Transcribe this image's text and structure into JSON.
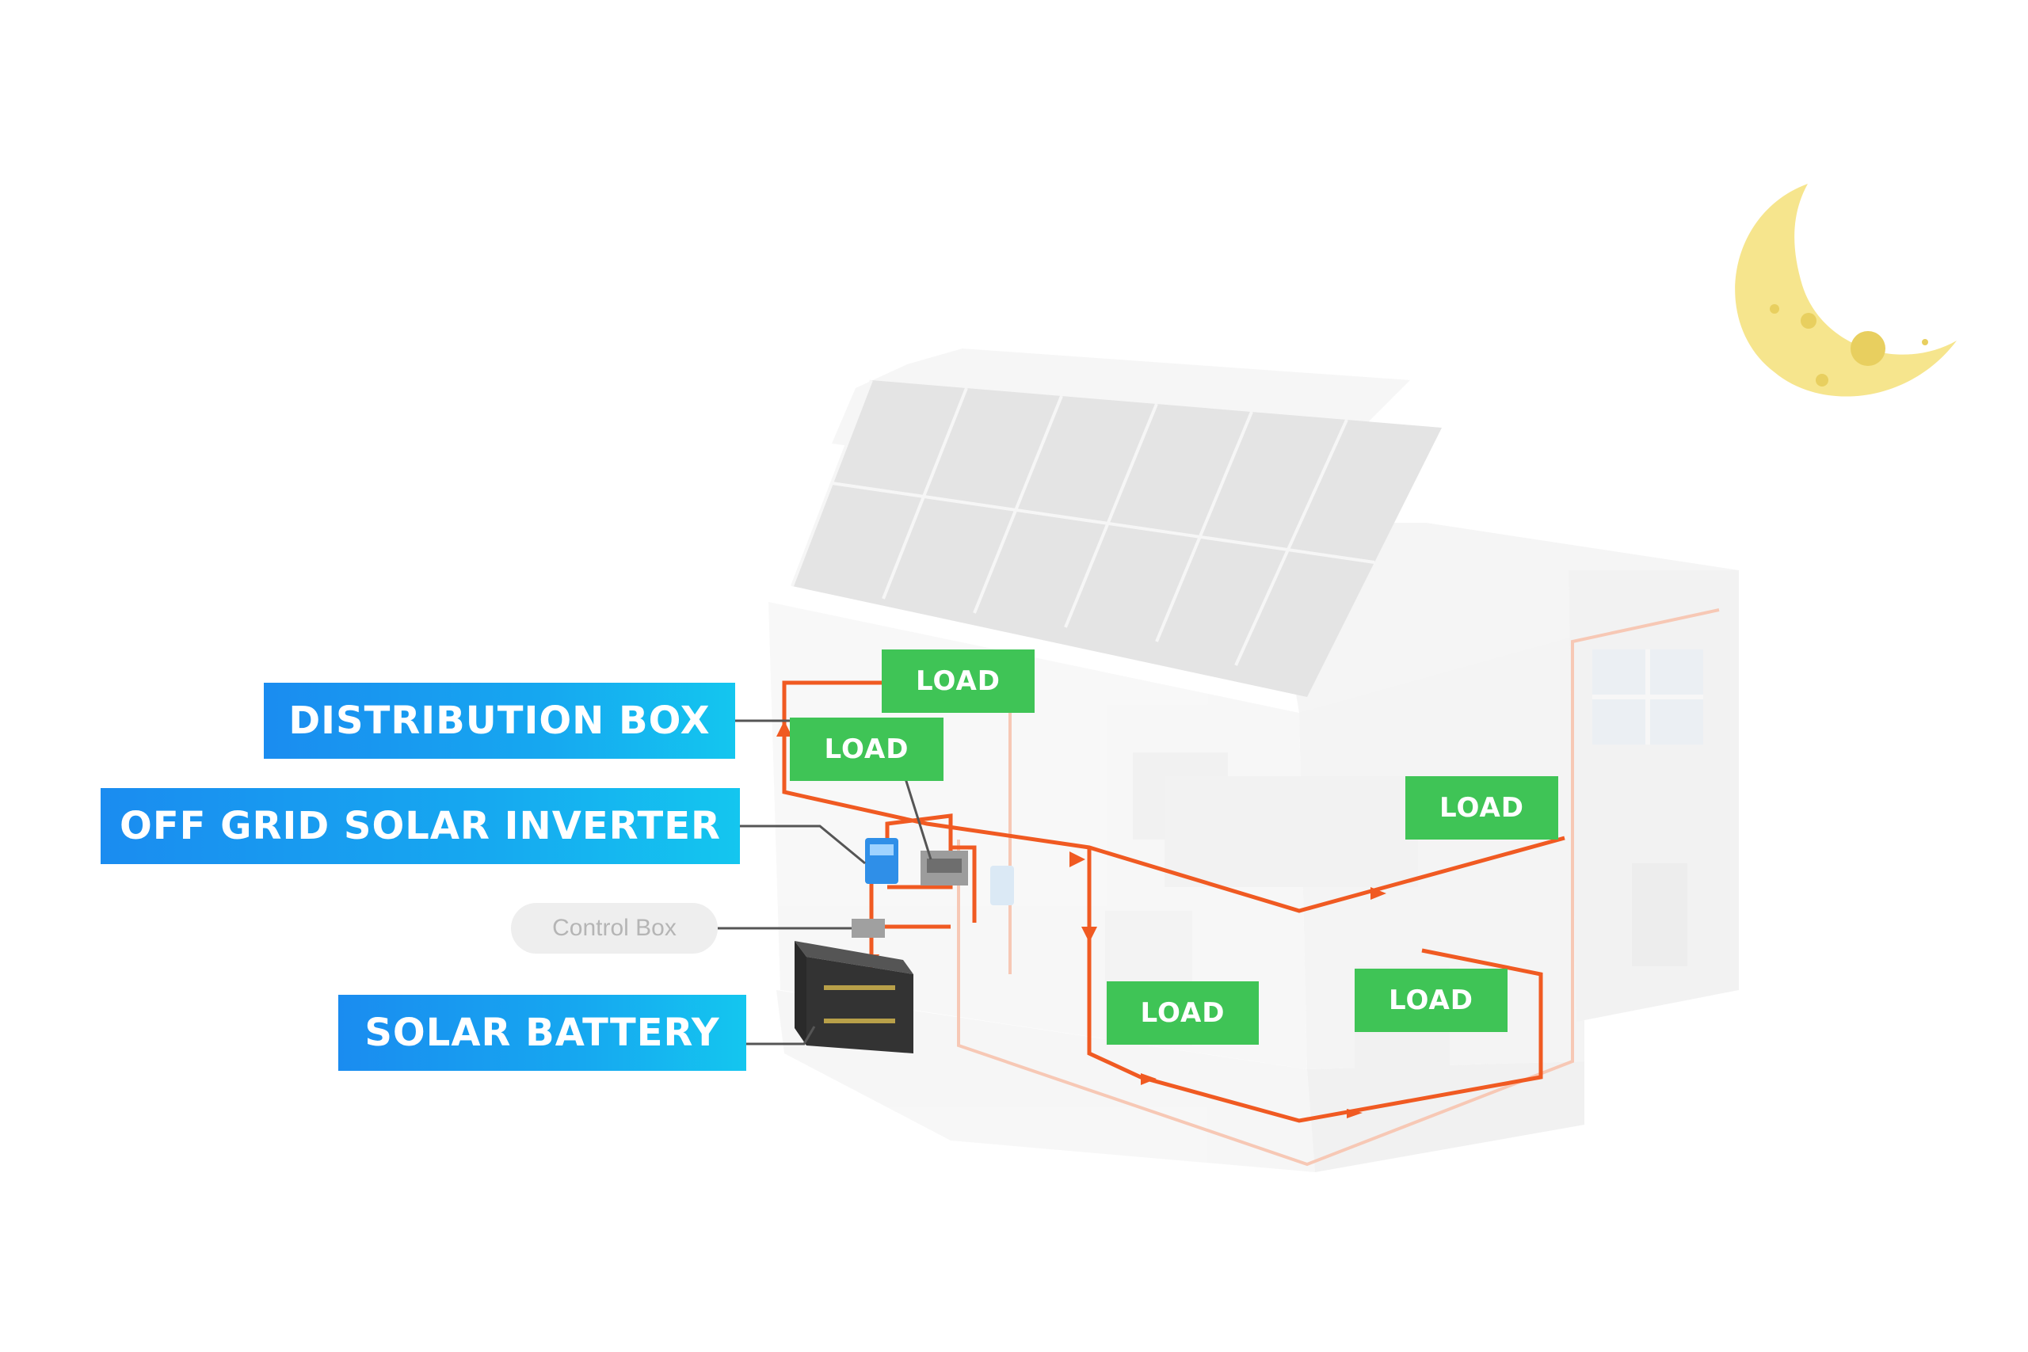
{
  "labels": {
    "distribution_box": "DISTRIBUTION BOX",
    "inverter": "OFF GRID SOLAR INVERTER",
    "control_box": "Control Box",
    "battery": "SOLAR BATTERY"
  },
  "loads": [
    "LOAD",
    "LOAD",
    "LOAD",
    "LOAD",
    "LOAD"
  ],
  "colors": {
    "callout_start": "#1a8cf0",
    "callout_end": "#14c6ef",
    "load_box": "#3fc456",
    "wire": "#f05a22",
    "moon": "#f6e58d",
    "house": "#f2f2f2"
  },
  "icons": [
    "moon-icon",
    "house-illustration",
    "solar-panel-array",
    "inverter-device",
    "distribution-box-device",
    "control-box-device",
    "battery-device"
  ]
}
